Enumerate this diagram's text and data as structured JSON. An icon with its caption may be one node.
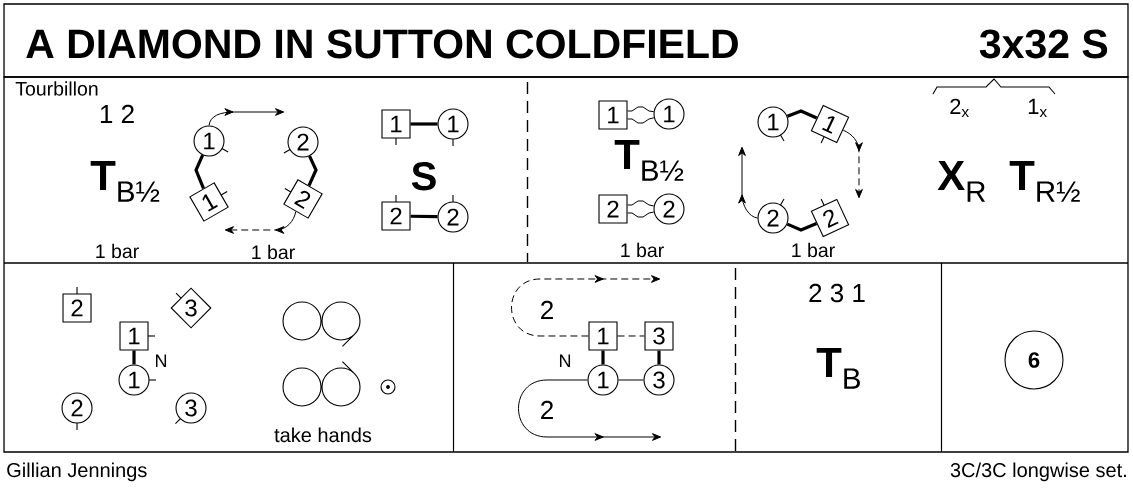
{
  "diagram": {
    "title": "A DIAMOND IN SUTTON COLDFIELD",
    "nodes": [
      {
        "text": [
          "1"
        ]
      },
      {
        "text": [
          "2"
        ]
      },
      {
        "text": [
          "1"
        ]
      },
      {
        "text": [
          "2"
        ]
      },
      {
        "text": [
          "1"
        ]
      },
      {
        "text": [
          "1"
        ]
      },
      {
        "text": [
          "2"
        ]
      },
      {
        "text": [
          "2"
        ]
      },
      {
        "text": [
          "1"
        ]
      },
      {
        "text": [
          "1"
        ]
      },
      {
        "text": [
          "2"
        ]
      },
      {
        "text": [
          "2"
        ]
      },
      {
        "text": [
          "1"
        ]
      },
      {
        "text": [
          "1"
        ]
      },
      {
        "text": [
          "2"
        ]
      },
      {
        "text": [
          "2"
        ]
      },
      {
        "text": [
          "2"
        ]
      },
      {
        "text": [
          "3"
        ]
      },
      {
        "text": [
          "1"
        ]
      },
      {
        "text": [
          "1"
        ]
      },
      {
        "text": [
          "2"
        ]
      },
      {
        "text": [
          "3"
        ]
      },
      {
        "text": [
          "1"
        ]
      },
      {
        "text": [
          "3"
        ]
      },
      {
        "text": [
          "1"
        ]
      },
      {
        "text": [
          "3"
        ]
      },
      {
        "text": [
          "6"
        ]
      }
    ],
    "edges": [
      {
        "from": 0,
        "to": 2,
        "arrow": "none",
        "style": "thick"
      },
      {
        "from": 1,
        "to": 3,
        "arrow": "none",
        "style": "thick"
      },
      {
        "from": 0,
        "to": null,
        "arrow": "to"
      },
      {
        "from": 3,
        "to": null,
        "arrow": "to",
        "style": "dashed"
      },
      {
        "from": 4,
        "to": 5,
        "arrow": "none",
        "style": "thick"
      },
      {
        "from": 6,
        "to": 7,
        "arrow": "none",
        "style": "thick"
      },
      {
        "from": 8,
        "to": 9,
        "arrow": "none"
      },
      {
        "from": 8,
        "to": 9,
        "arrow": "none"
      },
      {
        "from": 10,
        "to": 11,
        "arrow": "none"
      },
      {
        "from": 10,
        "to": 11,
        "arrow": "none"
      },
      {
        "from": 12,
        "to": 13,
        "arrow": "none",
        "style": "thick"
      },
      {
        "from": 14,
        "to": 15,
        "arrow": "none",
        "style": "thick"
      },
      {
        "from": 13,
        "to": null,
        "arrow": "to",
        "style": "dashed"
      },
      {
        "from": 14,
        "to": null,
        "arrow": "to"
      },
      {
        "from": 18,
        "to": 19,
        "arrow": "none",
        "style": "thick"
      },
      {
        "from": 22,
        "to": 23,
        "arrow": "none",
        "style": "dashed"
      },
      {
        "from": 22,
        "to": 24,
        "arrow": "none",
        "style": "thick"
      },
      {
        "from": 23,
        "to": 25,
        "arrow": "none",
        "style": "thick"
      },
      {
        "from": 24,
        "to": 25,
        "arrow": "none"
      },
      {
        "from": 22,
        "to": null,
        "arrow": "to",
        "style": "dashed"
      },
      {
        "from": 24,
        "to": null,
        "arrow": "to"
      }
    ],
    "labels": [
      "3x32 S",
      "Tourbillon",
      "1 2",
      "**T**$_{B½}$",
      "1 bar",
      "1 bar",
      "S",
      "**T**$_{B½}$",
      "1 bar",
      "1 bar",
      "2$_{x}$",
      "1$_{x}$",
      "**X**$_{R}$",
      "**T**$_{R½}$",
      "N",
      "take hands",
      "2",
      "N",
      "2",
      "2 3 1",
      "**T**$_{B}$",
      "Gillian Jennings",
      "3C/3C longwise set."
    ]
  }
}
